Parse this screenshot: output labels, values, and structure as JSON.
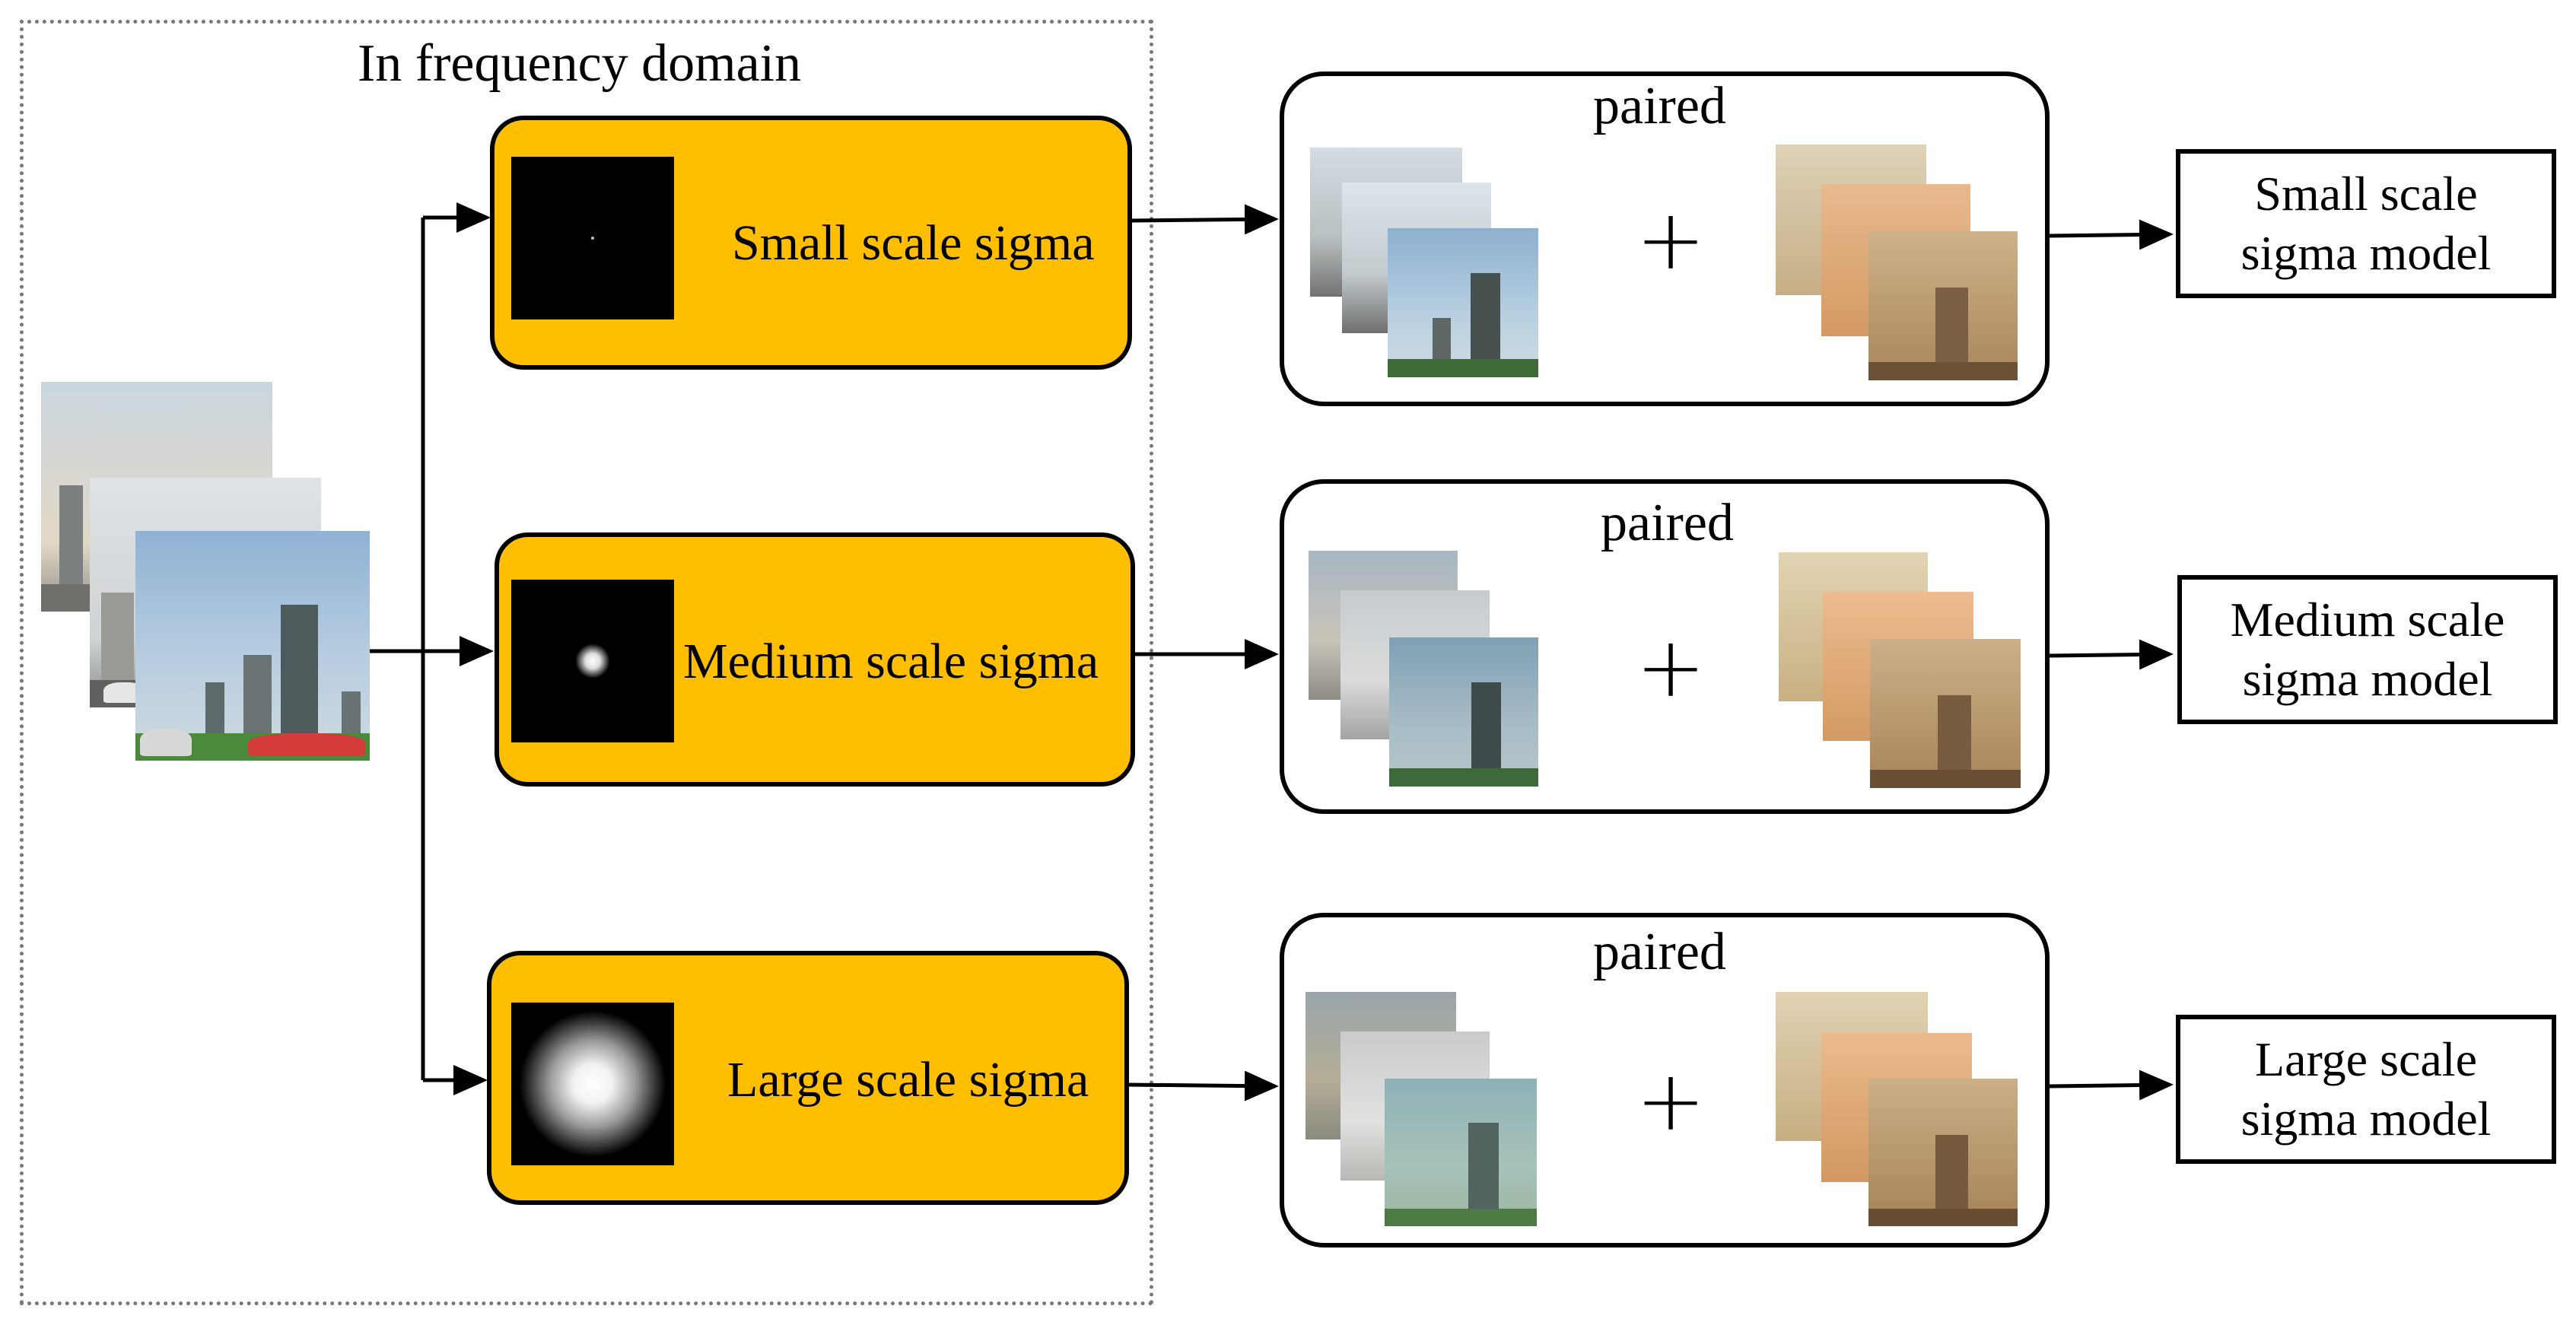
{
  "frequency_panel": {
    "title": "In frequency domain"
  },
  "branches": [
    {
      "filter_label": "Small scale sigma",
      "kernel_icon": "small-gaussian-kernel",
      "paired_label": "paired",
      "plus": "+",
      "model_line1": "Small scale",
      "model_line2": "sigma model"
    },
    {
      "filter_label": "Medium scale sigma",
      "kernel_icon": "medium-gaussian-kernel",
      "paired_label": "paired",
      "plus": "+",
      "model_line1": "Medium scale",
      "model_line2": "sigma model"
    },
    {
      "filter_label": "Large scale sigma",
      "kernel_icon": "large-gaussian-kernel",
      "paired_label": "paired",
      "plus": "+",
      "model_line1": "Large scale",
      "model_line2": "sigma model"
    }
  ],
  "colors": {
    "filter_fill": "#FFBF00",
    "stroke": "#000000",
    "frame": "#777777",
    "clear_sky": "#9fbdd6",
    "dust_haze": "#c9a06a"
  }
}
